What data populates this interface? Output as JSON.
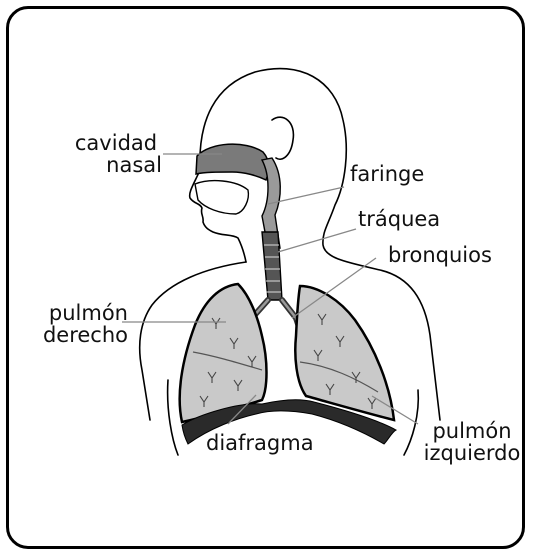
{
  "labels": {
    "nasal_cavity": [
      "cavidad",
      "nasal"
    ],
    "pharynx": "faringe",
    "trachea": "tráquea",
    "bronchi": "bronquios",
    "right_lung": [
      "pulmón",
      "derecho"
    ],
    "diaphragm": "diafragma",
    "left_lung": [
      "pulmón",
      "izquierdo"
    ]
  },
  "colors": {
    "lung_fill": "#c9c9c9",
    "cavity_fill": "#7a7a7a",
    "outline": "#000000",
    "leader_line": "#888888"
  }
}
